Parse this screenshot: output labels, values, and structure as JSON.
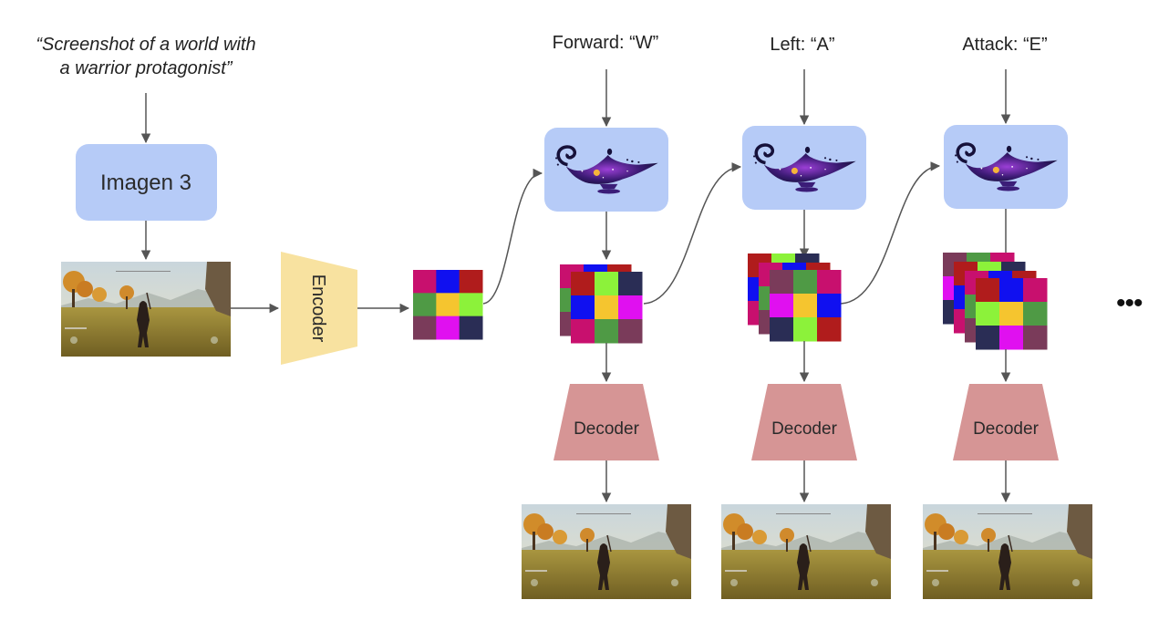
{
  "prompt": {
    "line1": "“Screenshot of a world with",
    "line2": "a warrior protagonist”"
  },
  "imagen": {
    "label": "Imagen 3"
  },
  "encoder": {
    "label": "Encoder"
  },
  "decoder": {
    "label": "Decoder"
  },
  "model_icon": "genie-lamp-icon",
  "actions": [
    {
      "label": "Forward: “W”",
      "key": "W"
    },
    {
      "label": "Left: “A”",
      "key": "A"
    },
    {
      "label": "Attack: “E”",
      "key": "E"
    }
  ],
  "ellipsis": "•••",
  "colors": {
    "imagen_box": "#b6cbf7",
    "model_box": "#b6cbf7",
    "encoder": "#f8e2a0",
    "decoder": "#d69595",
    "arrow": "#555555",
    "latent_palette": [
      "#c8106e",
      "#1010f0",
      "#b01c1c",
      "#4f9a45",
      "#f5c52f",
      "#8cf23a",
      "#7a3b5a",
      "#e010f0",
      "#2a2d55"
    ]
  },
  "latent_grids": {
    "initial": [
      0,
      1,
      2,
      3,
      4,
      5,
      6,
      7,
      8
    ],
    "step1": [
      2,
      5,
      8,
      1,
      4,
      7,
      0,
      3,
      6
    ],
    "step2": [
      6,
      3,
      0,
      7,
      4,
      1,
      8,
      5,
      2
    ],
    "step3": [
      2,
      1,
      0,
      5,
      4,
      3,
      8,
      7,
      6
    ]
  },
  "frames": [
    {
      "name": "initial-frame",
      "caption": ""
    },
    {
      "name": "generated-frame-forward",
      "caption": ""
    },
    {
      "name": "generated-frame-left",
      "caption": ""
    },
    {
      "name": "generated-frame-attack",
      "caption": ""
    }
  ]
}
